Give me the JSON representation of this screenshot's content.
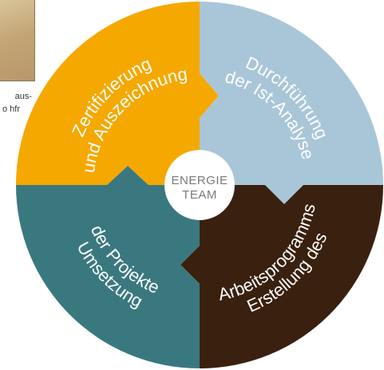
{
  "caption": {
    "line1": "aus-",
    "line2": "o hfr"
  },
  "center": {
    "line1": "ENERGIE",
    "line2": "TEAM"
  },
  "segments": {
    "top_left": {
      "line1": "Zertifizierung",
      "line2": "und Auszeichnung",
      "color": "#F5A800"
    },
    "top_right": {
      "line1": "Durchführung",
      "line2": "der Ist-Analyse",
      "color": "#A9C6D8"
    },
    "bottom_right": {
      "line1": "Erstellung des",
      "line2": "Arbeitsprogramms",
      "color": "#3A200F"
    },
    "bottom_left": {
      "line1": "Umsetzung",
      "line2": "der Projekte",
      "color": "#3A7880"
    }
  },
  "center_color": "#ffffff"
}
